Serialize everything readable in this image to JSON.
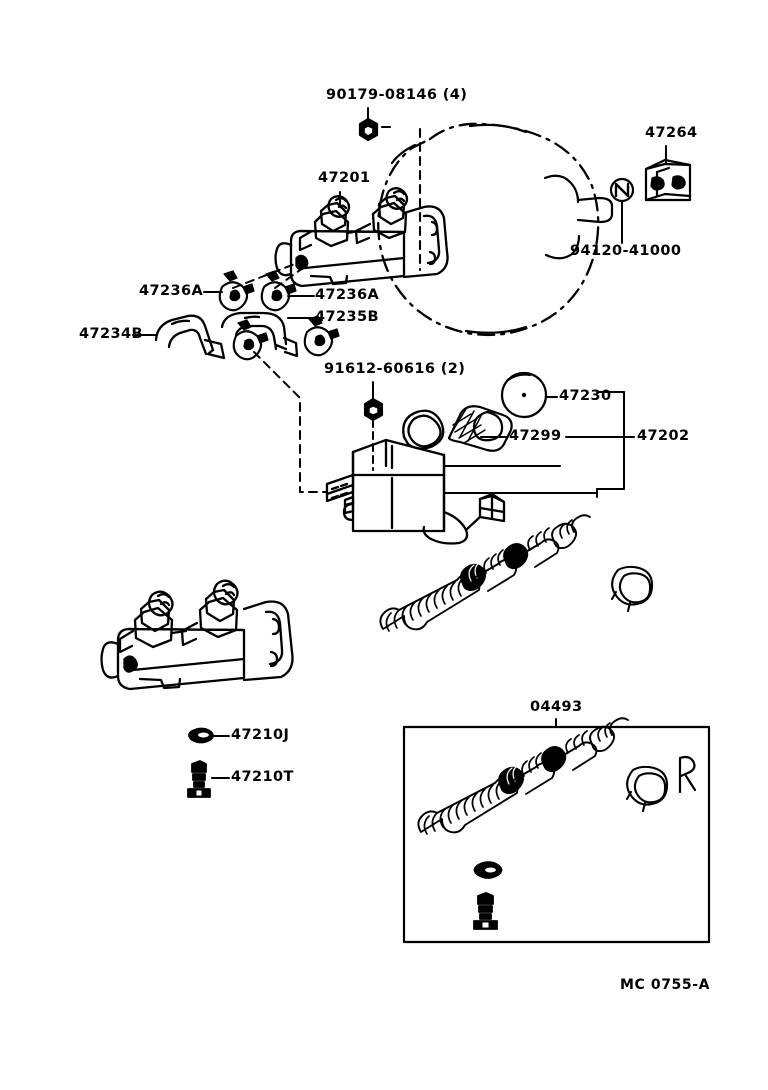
{
  "sheet": {
    "footer_code": "MC 0755-A",
    "background": "#ffffff",
    "ink": "#000000"
  },
  "labels": {
    "nut_booster": "90179-08146 (4)",
    "master_cylinder": "47201",
    "clip_47264": "47264",
    "nut_94120": "94120-41000",
    "clamp_left": "47236A",
    "clamp_right": "47236A",
    "hose_47235b": "47235B",
    "hose_47234b": "47234B",
    "bolt_91612": "91612-60616 (2)",
    "cap_47230": "47230",
    "strainer_47299": "47299",
    "reservoir_47202": "47202",
    "grommet_47210j": "47210J",
    "bolt_47210t": "47210T",
    "repair_kit_04493": "04493"
  },
  "parts": [
    {
      "number": "90179-08146 (4)",
      "name": "nut-booster-mounting",
      "qty": 4
    },
    {
      "number": "47201",
      "name": "brake-master-cylinder-assembly",
      "qty": 1
    },
    {
      "number": "47264",
      "name": "clip-booster",
      "qty": 1
    },
    {
      "number": "94120-41000",
      "name": "nut-marked-N",
      "qty": 1
    },
    {
      "number": "47236A",
      "name": "hose-clamp",
      "qty": 2
    },
    {
      "number": "47235B",
      "name": "reservoir-hose-upper",
      "qty": 1
    },
    {
      "number": "47234B",
      "name": "reservoir-hose-lower",
      "qty": 1
    },
    {
      "number": "91612-60616 (2)",
      "name": "bolt-reservoir",
      "qty": 2
    },
    {
      "number": "47230",
      "name": "reservoir-cap",
      "qty": 1
    },
    {
      "number": "47299",
      "name": "reservoir-strainer",
      "qty": 1
    },
    {
      "number": "47202",
      "name": "reservoir-assembly",
      "qty": 1
    },
    {
      "number": "47210J",
      "name": "gasket-ring",
      "qty": 1
    },
    {
      "number": "47210T",
      "name": "bleeder-plug-bolt",
      "qty": 1
    },
    {
      "number": "04493",
      "name": "master-cylinder-repair-kit",
      "qty": 1
    }
  ],
  "icons": {
    "nut_marker": "N"
  }
}
